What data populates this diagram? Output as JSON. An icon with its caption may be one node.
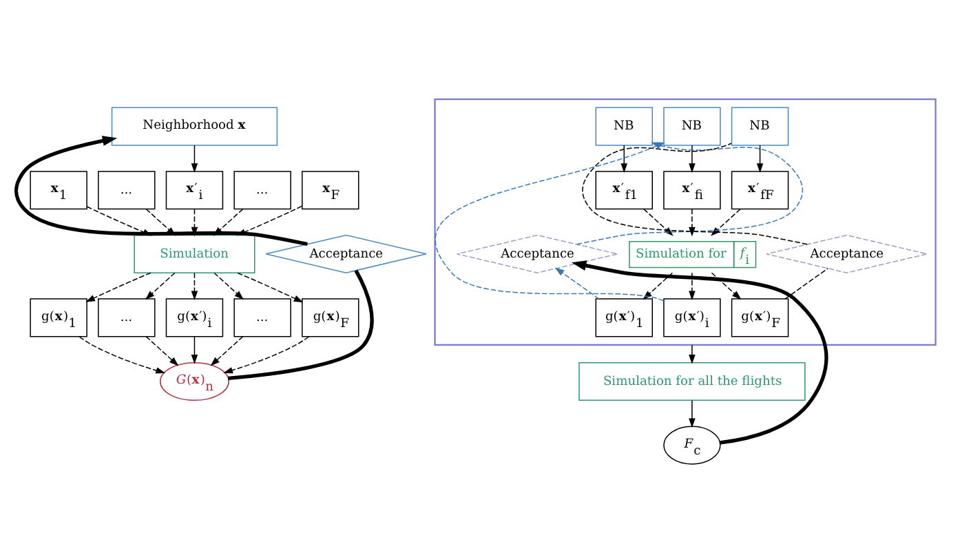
{
  "diagram": {
    "nodes": [
      {
        "text": [
          "Neighborhood **x**"
        ]
      },
      {
        "text": [
          "**x**$_{1}$"
        ]
      },
      {
        "text": [
          "..."
        ]
      },
      {
        "text": [
          "**x**′$_{i}$"
        ]
      },
      {
        "text": [
          "..."
        ]
      },
      {
        "text": [
          "**x**$_{F}$"
        ]
      },
      {
        "text": [
          "Simulation"
        ]
      },
      {
        "text": [
          "g(**x**)$_{1}$"
        ]
      },
      {
        "text": [
          "..."
        ]
      },
      {
        "text": [
          "g(**x**′)$_{i}$"
        ]
      },
      {
        "text": [
          "..."
        ]
      },
      {
        "text": [
          "g(**x**)$_{F}$"
        ]
      },
      {
        "text": [
          "*G*(**x**)$_{n}$"
        ]
      },
      {
        "text": [
          "Acceptance"
        ]
      },
      {
        "text": [],
        "shape": "box"
      },
      {
        "text": [
          "NB"
        ],
        "in": 14
      },
      {
        "text": [
          "NB"
        ],
        "in": 14
      },
      {
        "text": [
          "NB"
        ],
        "in": 14
      },
      {
        "text": [
          "**x**′$_{f1}$"
        ],
        "in": 14
      },
      {
        "text": [
          "**x**′$_{fi}$"
        ],
        "in": 14
      },
      {
        "text": [
          "**x**′$_{fF}$"
        ],
        "in": 14
      },
      {
        "text": [
          "Acceptance"
        ],
        "in": 14
      },
      {
        "text": [
          "Acceptance"
        ],
        "in": 14
      },
      {
        "text": [
          "Simulation for",
          "*f*$_{i}$"
        ],
        "in": 14
      },
      {
        "text": [
          "g(**x**′)$_{1}$"
        ],
        "in": 14
      },
      {
        "text": [
          "g(**x**′)$_{i}$"
        ],
        "in": 14
      },
      {
        "text": [
          "g(**x**′)$_{F}$"
        ],
        "in": 14
      },
      {
        "text": [
          "Simulation for all the flights"
        ]
      },
      {
        "text": [
          "*F*$_{c}$"
        ]
      }
    ],
    "edges": [
      {
        "from": 0,
        "to": 3,
        "arrow": "to"
      },
      {
        "from": 1,
        "to": 6,
        "arrow": "to",
        "style": "dashed"
      },
      {
        "from": 2,
        "to": 6,
        "arrow": "to",
        "style": "dashed"
      },
      {
        "from": 3,
        "to": 6,
        "arrow": "to",
        "style": "dashed"
      },
      {
        "from": 4,
        "to": 6,
        "arrow": "to",
        "style": "dashed"
      },
      {
        "from": 5,
        "to": 6,
        "arrow": "to",
        "style": "dashed"
      },
      {
        "from": 6,
        "to": 7,
        "arrow": "to",
        "style": "dashed"
      },
      {
        "from": 6,
        "to": 8,
        "arrow": "to",
        "style": "dashed"
      },
      {
        "from": 6,
        "to": 9,
        "arrow": "to",
        "style": "dashed"
      },
      {
        "from": 6,
        "to": 10,
        "arrow": "to",
        "style": "dashed"
      },
      {
        "from": 6,
        "to": 11,
        "arrow": "to",
        "style": "dashed"
      },
      {
        "from": 7,
        "to": 12,
        "arrow": "to",
        "style": "dashed"
      },
      {
        "from": 8,
        "to": 12,
        "arrow": "to",
        "style": "dashed"
      },
      {
        "from": 9,
        "to": 12,
        "arrow": "to"
      },
      {
        "from": 10,
        "to": 12,
        "arrow": "to",
        "style": "dashed"
      },
      {
        "from": 11,
        "to": 12,
        "arrow": "to",
        "style": "dashed"
      },
      {
        "from": 12,
        "to": 13,
        "arrow": "none",
        "style": "thick"
      },
      {
        "from": 13,
        "to": 0,
        "arrow": "to",
        "style": "thick"
      },
      {
        "from": 15,
        "to": 18,
        "arrow": "to"
      },
      {
        "from": 16,
        "to": 19,
        "arrow": "to"
      },
      {
        "from": 17,
        "to": 20,
        "arrow": "to"
      },
      {
        "from": 18,
        "to": 23,
        "arrow": "to",
        "style": "dashed"
      },
      {
        "from": 19,
        "to": 23,
        "arrow": "to",
        "style": "dashed"
      },
      {
        "from": 20,
        "to": 23,
        "arrow": "to",
        "style": "dashed"
      },
      {
        "from": 23,
        "to": 24,
        "arrow": "to",
        "style": "dashed"
      },
      {
        "from": 23,
        "to": 25,
        "arrow": "to",
        "style": "dashed"
      },
      {
        "from": 23,
        "to": 26,
        "arrow": "to",
        "style": "dashed"
      },
      {
        "from": 24,
        "to": 21,
        "arrow": "to",
        "style": "dashed",
        "color": "#3a78b8"
      },
      {
        "from": 21,
        "to": 15,
        "arrow": "to",
        "style": "dashed",
        "color": "#3a78b8"
      },
      {
        "from": 25,
        "to": 16,
        "arrow": "to",
        "style": "dashed",
        "color": "#3a78b8"
      },
      {
        "from": 26,
        "to": 22,
        "arrow": "none",
        "style": "dashed"
      },
      {
        "from": 22,
        "to": 17,
        "arrow": "none",
        "style": "dashed"
      },
      {
        "from": 14,
        "to": 27,
        "arrow": "to"
      },
      {
        "from": 27,
        "to": 28,
        "arrow": "to"
      },
      {
        "from": 28,
        "to": 21,
        "arrow": "to",
        "style": "thick"
      }
    ]
  }
}
